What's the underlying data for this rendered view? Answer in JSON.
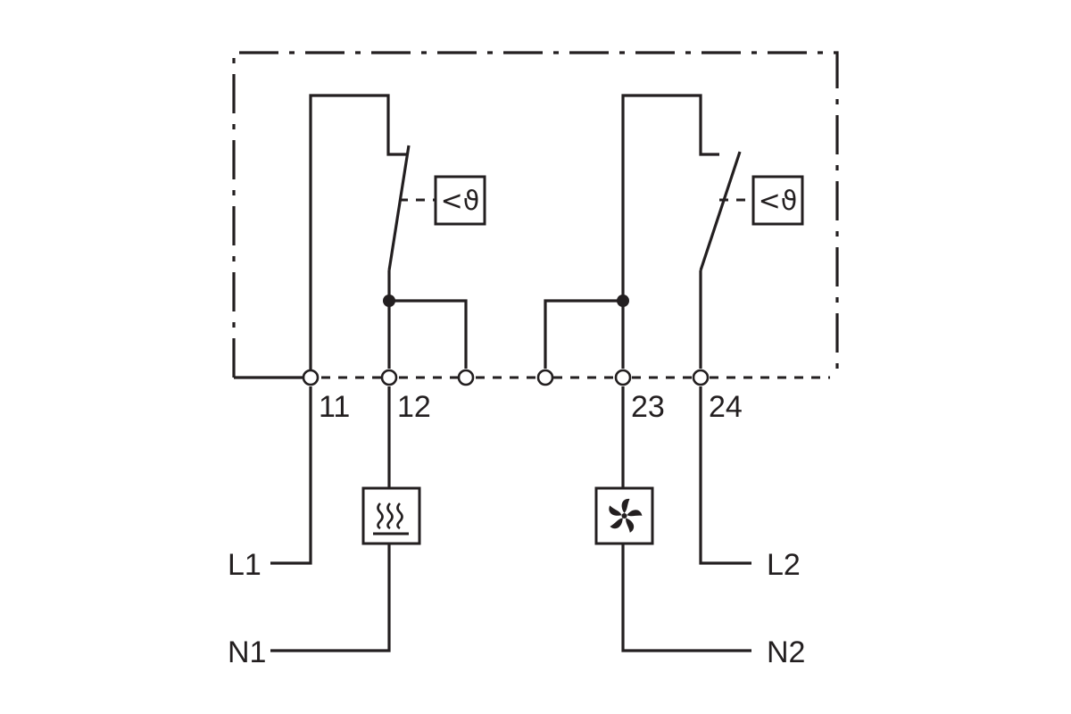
{
  "terminals": {
    "t11": "11",
    "t12": "12",
    "t23": "23",
    "t24": "24"
  },
  "supply": {
    "l1": "L1",
    "n1": "N1",
    "l2": "L2",
    "n2": "N2"
  },
  "sensor_symbol": "<ϑ",
  "loads": {
    "left": "heater-icon",
    "right": "fan-icon"
  },
  "colors": {
    "line": "#231f20",
    "background": "#ffffff"
  }
}
